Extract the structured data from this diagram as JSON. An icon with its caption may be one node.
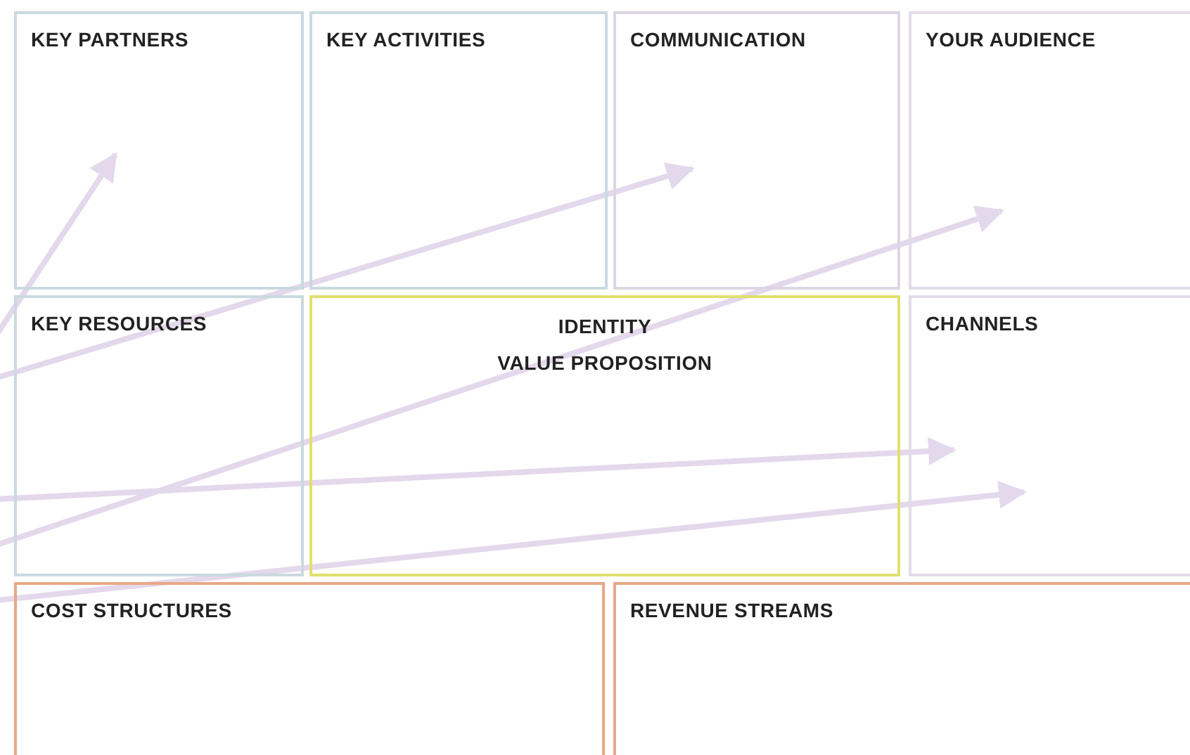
{
  "diagram": {
    "nodes": [
      {
        "text": [
          "KEY PARTNERS"
        ]
      },
      {
        "text": [
          "KEY ACTIVITIES"
        ]
      },
      {
        "text": [
          "COMMUNICATION"
        ]
      },
      {
        "text": [
          "YOUR AUDIENCE"
        ]
      },
      {
        "text": [
          "KEY RESOURCES"
        ]
      },
      {
        "text": [
          "IDENTITY",
          "VALUE PROPOSITION"
        ]
      },
      {
        "text": [
          "CHANNELS"
        ]
      },
      {
        "text": [
          "COST STRUCTURES"
        ]
      },
      {
        "text": [
          "REVENUE STREAMS"
        ]
      }
    ],
    "edges": [
      {
        "from": null,
        "to": 0,
        "arrow": "to"
      },
      {
        "from": null,
        "to": 2,
        "arrow": "to"
      },
      {
        "from": null,
        "to": 3,
        "arrow": "to"
      },
      {
        "from": null,
        "to": 6,
        "arrow": "to"
      },
      {
        "from": null,
        "to": 6,
        "arrow": "to"
      }
    ]
  }
}
